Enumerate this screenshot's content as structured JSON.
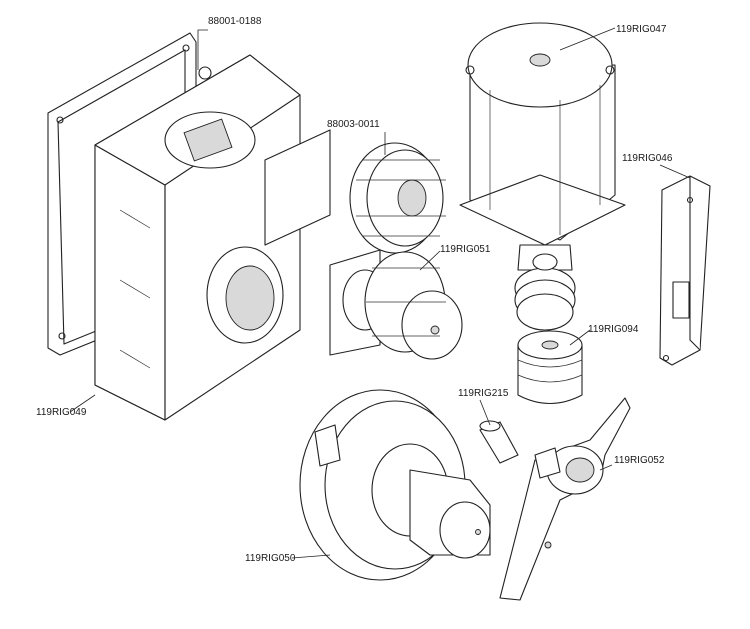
{
  "labels": {
    "gasket": "88001-0188",
    "gear_top": "88003-0011",
    "motor": "119RIG047",
    "bracket": "119RIG046",
    "double_gear": "119RIG051",
    "worm": "119RIG094",
    "pin": "119RIG215",
    "housing": "119RIG049",
    "lever": "119RIG052",
    "output_gear": "119RIG050"
  }
}
